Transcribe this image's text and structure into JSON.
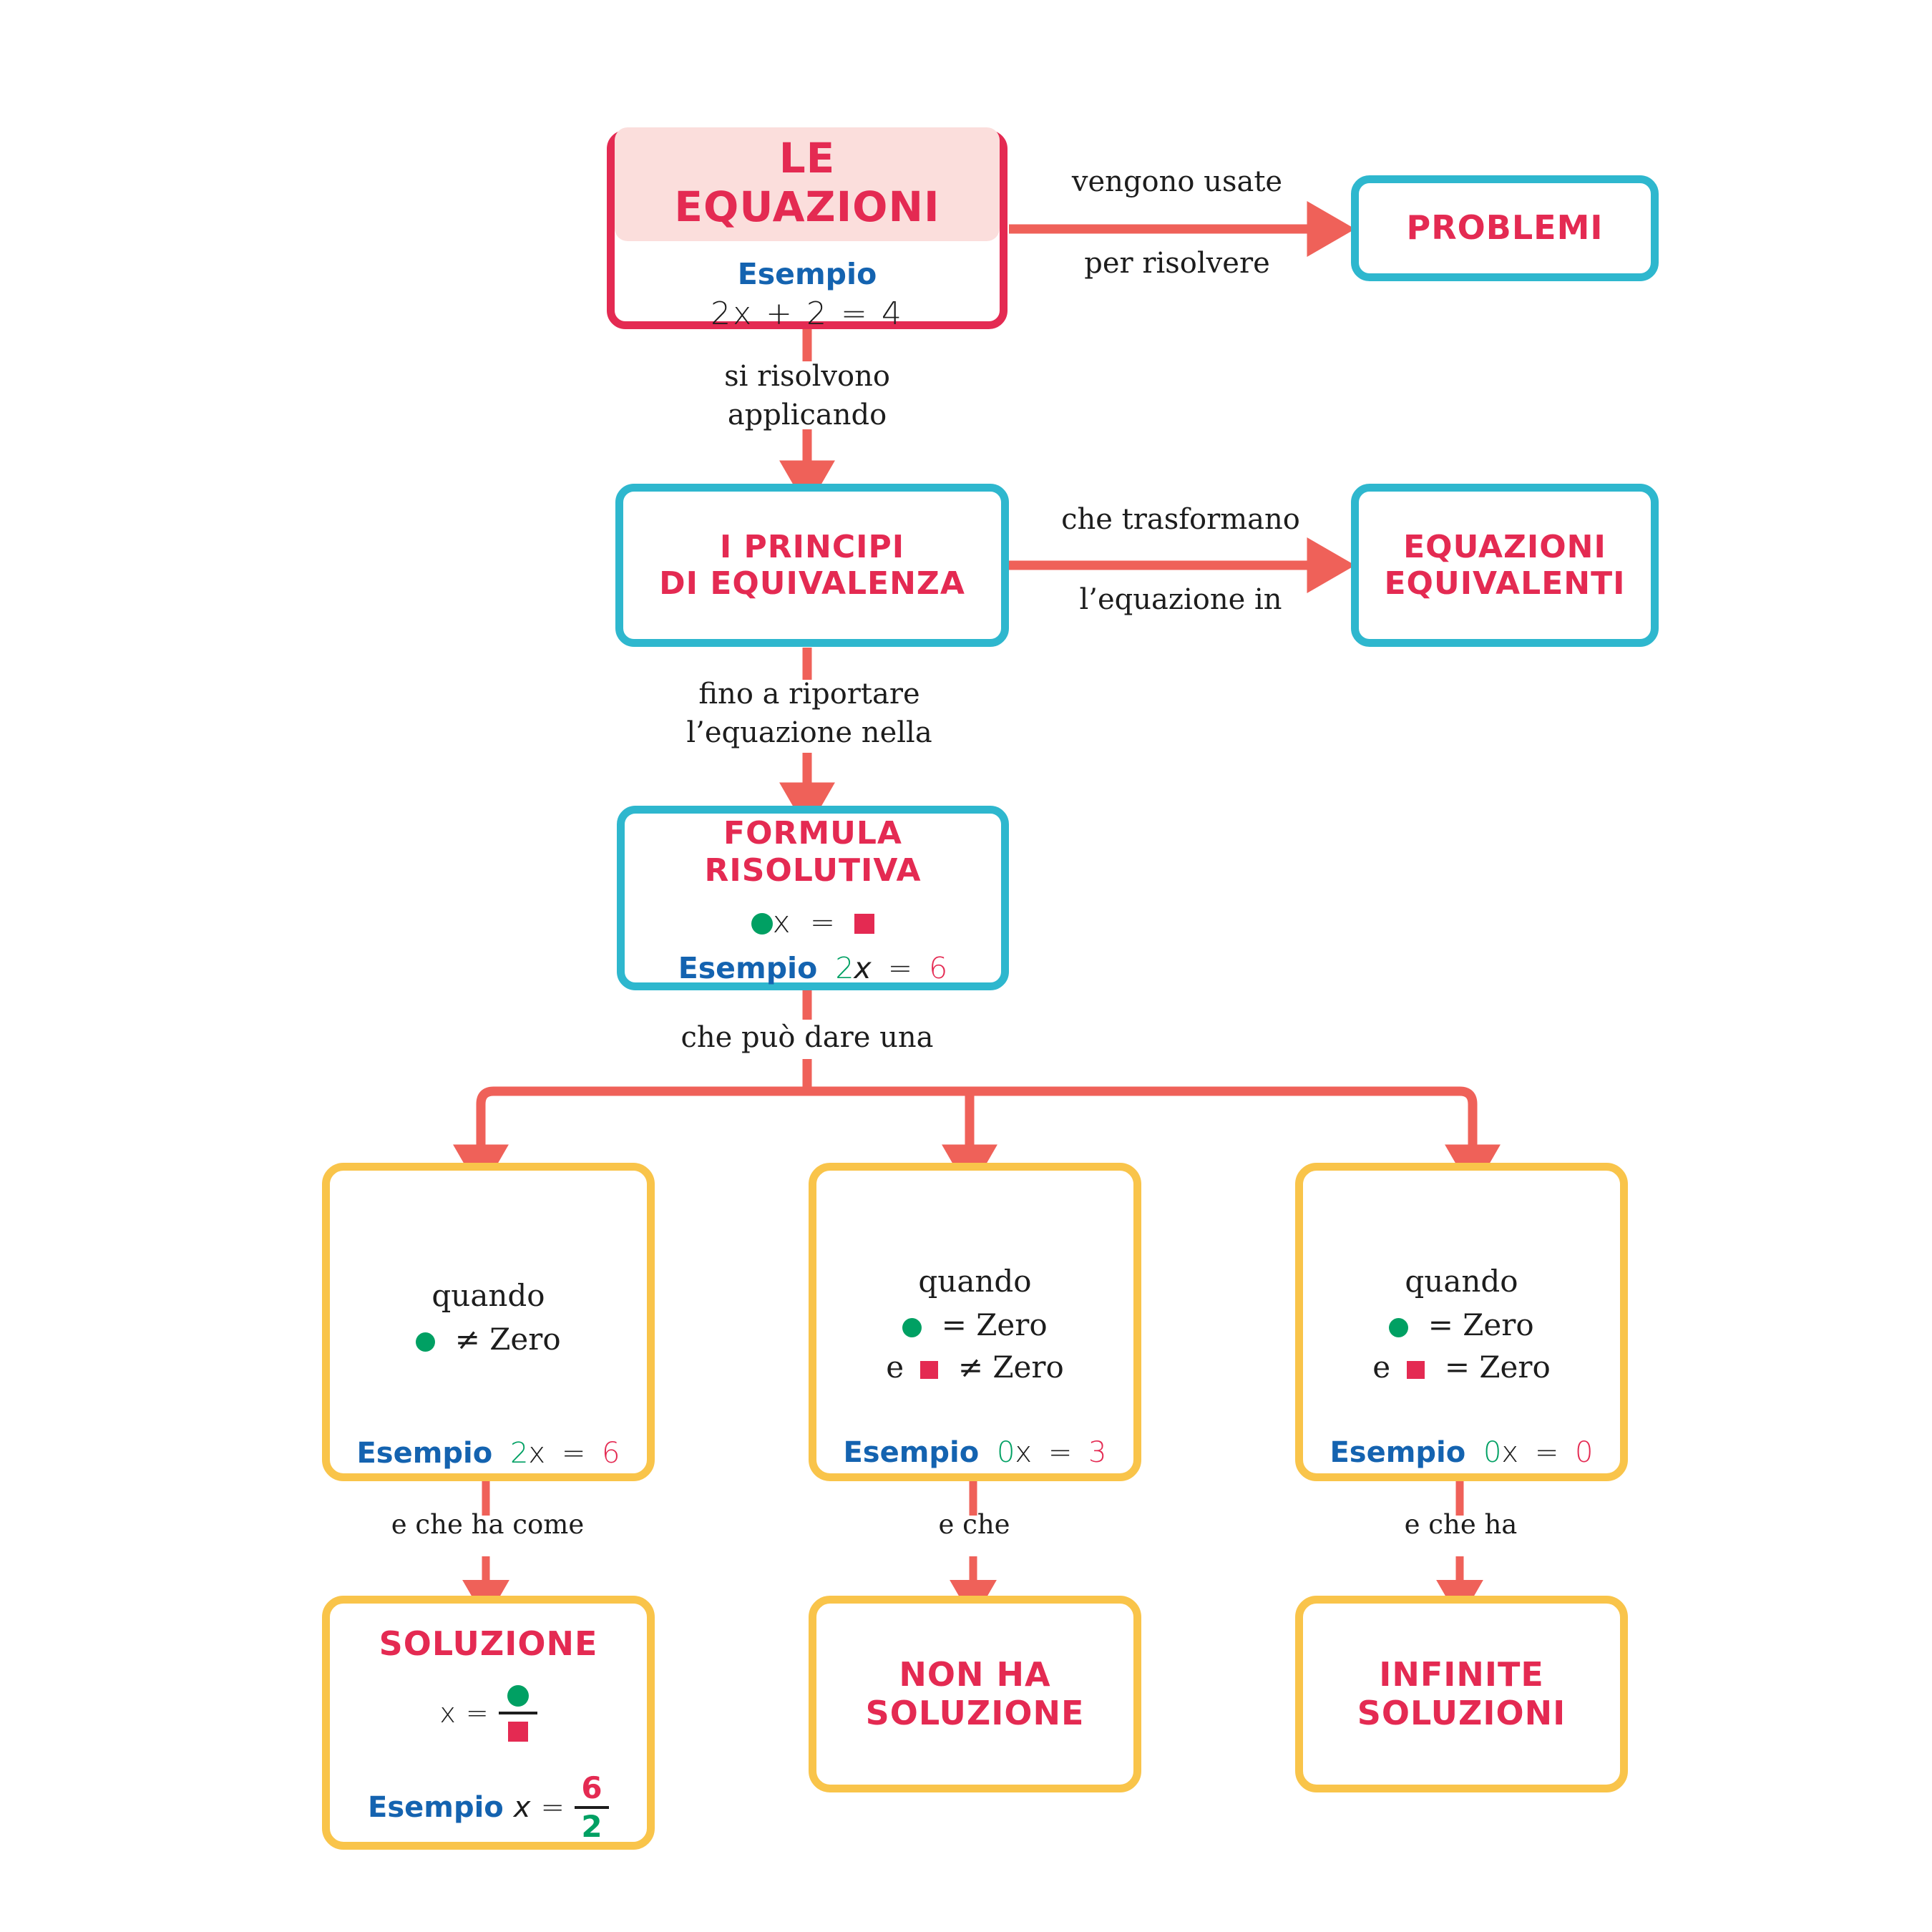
{
  "diagram": {
    "title": "LE EQUAZIONI",
    "language": "it"
  },
  "nodes": {
    "equazioni": {
      "title": "LE EQUAZIONI",
      "esempio_label": "Esempio",
      "esempio_value": "2x + 2 = 4"
    },
    "problemi": {
      "title": "PROBLEMI"
    },
    "principi": {
      "line1": "I PRINCIPI",
      "line2": "DI EQUIVALENZA"
    },
    "equivalenti": {
      "line1": "EQUAZIONI",
      "line2": "EQUIVALENTI"
    },
    "formula": {
      "line1": "FORMULA",
      "line2": "RISOLUTIVA",
      "formula_x": "x",
      "formula_eq": "=",
      "esempio_label": "Esempio",
      "esempio_coef": "2",
      "esempio_x": "x",
      "esempio_eq": "=",
      "esempio_val": "6"
    },
    "caso1": {
      "quando": "quando",
      "cond1_op": "≠ Zero",
      "esempio_label": "Esempio",
      "esempio_coef": "2",
      "esempio_x": "x",
      "esempio_eq": "=",
      "esempio_val": "6"
    },
    "caso2": {
      "quando": "quando",
      "cond1_op": "= Zero",
      "cond2_prefix": "e",
      "cond2_op": "≠ Zero",
      "esempio_label": "Esempio",
      "esempio_coef": "0",
      "esempio_x": "x",
      "esempio_eq": "=",
      "esempio_val": "3"
    },
    "caso3": {
      "quando": "quando",
      "cond1_op": "= Zero",
      "cond2_prefix": "e",
      "cond2_op": "= Zero",
      "esempio_label": "Esempio",
      "esempio_coef": "0",
      "esempio_x": "x",
      "esempio_eq": "=",
      "esempio_val": "0"
    },
    "soluzione": {
      "title": "SOLUZIONE",
      "formula_x": "x",
      "formula_eq": "=",
      "esempio_label": "Esempio",
      "esempio_x": "x",
      "esempio_eq": "=",
      "esempio_num": "6",
      "esempio_den": "2"
    },
    "non_ha_soluzione": {
      "line1": "NON HA",
      "line2": "SOLUZIONE"
    },
    "infinite_soluzioni": {
      "line1": "INFINITE",
      "line2": "SOLUZIONI"
    }
  },
  "connectors": {
    "vengono_usate": "vengono usate",
    "per_risolvere": "per risolvere",
    "si_risolvono_applicando": "si risolvono\napplicando",
    "che_trasformano": "che trasformano",
    "lequazione_in": "l’equazione in",
    "fino_a_riportare": "fino a riportare\nl’equazione nella",
    "che_puo_dare_una": "che può dare una",
    "e_che_ha_come": "e che ha come",
    "e_che": "e che",
    "e_che_ha": "e che ha"
  },
  "colors": {
    "crimson": "#E42A52",
    "crimson_light_fill": "#FBDEDC",
    "arrow_red": "#EF6159",
    "teal": "#2EB7CE",
    "amber": "#F9C44A",
    "green": "#00A063",
    "blue": "#1463B0",
    "ink": "#1d1d1d"
  },
  "symbols": {
    "coefficient": "green-circle",
    "constant": "red-square"
  }
}
